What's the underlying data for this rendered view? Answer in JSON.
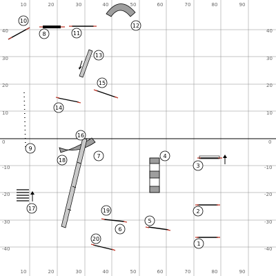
{
  "course": {
    "axis_labels": {
      "x_top": [
        "10",
        "20",
        "30",
        "40",
        "50",
        "60",
        "70",
        "80",
        "90"
      ],
      "x_bottom": [
        "10",
        "20",
        "30",
        "40",
        "50",
        "60",
        "70",
        "80",
        "90"
      ],
      "y_left": [
        "40",
        "30",
        "20",
        "10",
        "0",
        "-10",
        "-20",
        "-30",
        "-40"
      ],
      "y_right": [
        "40",
        "30",
        "20",
        "10",
        "0",
        "-10",
        "-20",
        "-30",
        "-40"
      ]
    },
    "obstacles": [
      {
        "num": "1"
      },
      {
        "num": "2"
      },
      {
        "num": "3"
      },
      {
        "num": "4"
      },
      {
        "num": "5"
      },
      {
        "num": "6"
      },
      {
        "num": "7"
      },
      {
        "num": "8"
      },
      {
        "num": "9"
      },
      {
        "num": "10"
      },
      {
        "num": "11"
      },
      {
        "num": "12"
      },
      {
        "num": "13"
      },
      {
        "num": "14"
      },
      {
        "num": "15"
      },
      {
        "num": "16"
      },
      {
        "num": "17"
      },
      {
        "num": "18"
      },
      {
        "num": "19"
      },
      {
        "num": "20"
      }
    ],
    "colors": {
      "grid": "#8c8c8c",
      "wing": "#c0392b",
      "equipment": "#9e9e9e"
    }
  }
}
